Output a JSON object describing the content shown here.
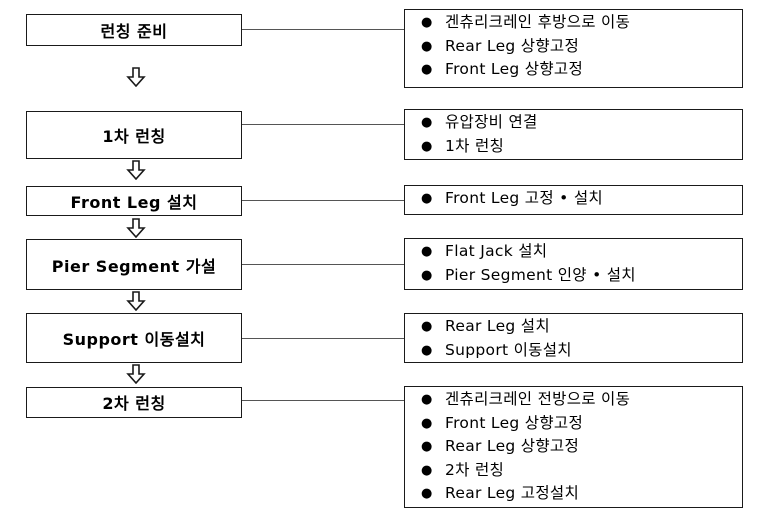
{
  "steps": [
    {
      "label": "런칭 준비",
      "details": [
        "겐츄리크레인 후방으로 이동",
        "Rear Leg 상향고정",
        "Front Leg 상향고정"
      ]
    },
    {
      "label": "1차 런칭",
      "details": [
        "유압장비 연결",
        "1차 런칭"
      ]
    },
    {
      "label": "Front Leg 설치",
      "details": [
        "Front Leg 고정 • 설치"
      ]
    },
    {
      "label": "Pier Segment 가설",
      "details": [
        "Flat Jack 설치",
        "Pier Segment 인양 • 설치"
      ]
    },
    {
      "label": "Support 이동설치",
      "details": [
        "Rear Leg 설치",
        "Support 이동설치"
      ]
    },
    {
      "label": "2차 런칭",
      "details": [
        "겐츄리크레인 전방으로 이동",
        "Front Leg 상향고정",
        "Rear Leg 상향고정",
        "2차 런칭",
        "Rear Leg 고정설치"
      ]
    }
  ],
  "arrow_icon": "hollow-down-arrow-icon",
  "bullet_icon": "bullet-dot-icon"
}
